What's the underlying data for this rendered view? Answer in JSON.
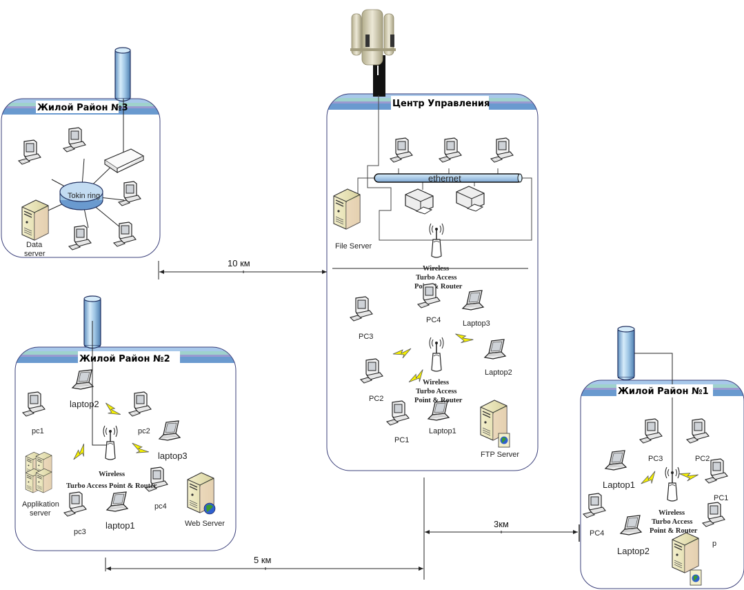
{
  "colors": {
    "band_top": "#a8c8ea",
    "band_mid": "#9fd2cc",
    "band_violet": "#9a9ad0",
    "band_bottom": "#6a9acf",
    "zone_border": "#3a3f7a",
    "cylinder": "#9cc4e4",
    "bolt": "#f6f000"
  },
  "zones": {
    "district3": {
      "title": "Жилой Район №3",
      "hub_label": "Tokin ring",
      "server_label_line1": "Data",
      "server_label_line2": "server"
    },
    "control": {
      "title": "Центр Управления",
      "bus_label": "ethernet",
      "file_server": "File Server",
      "ap_top": [
        "Wireless",
        "Turbo Access",
        "Point & Router"
      ],
      "ap_mid": [
        "Wireless",
        "Turbo Access",
        "Point & Router"
      ],
      "devices": [
        "PC3",
        "PC4",
        "Laptop3",
        "Laptop2",
        "PC2",
        "PC1",
        "Laptop1"
      ],
      "ftp_server": "FTP Server"
    },
    "district2": {
      "title": "Жилой Район №2",
      "devices": [
        "laptop2",
        "pc1",
        "pc2",
        "laptop3",
        "pc4",
        "pc3",
        "laptop1"
      ],
      "ap": [
        "Wireless",
        "Turbo Access Point & Router"
      ],
      "app_server_line1": "Applikation",
      "app_server_line2": "server",
      "web_server": "Web Server"
    },
    "district1": {
      "title": "Жилой Район №1",
      "devices": [
        "PC3",
        "PC2",
        "Laptop1",
        "PC1",
        "PC4",
        "Laptop2",
        "p"
      ],
      "ap": [
        "Wireless",
        "Turbo Access",
        "Point & Router"
      ]
    }
  },
  "distances": {
    "d3_to_control": "10 км",
    "d2_to_control": "5 км",
    "control_to_d1": "3км"
  }
}
